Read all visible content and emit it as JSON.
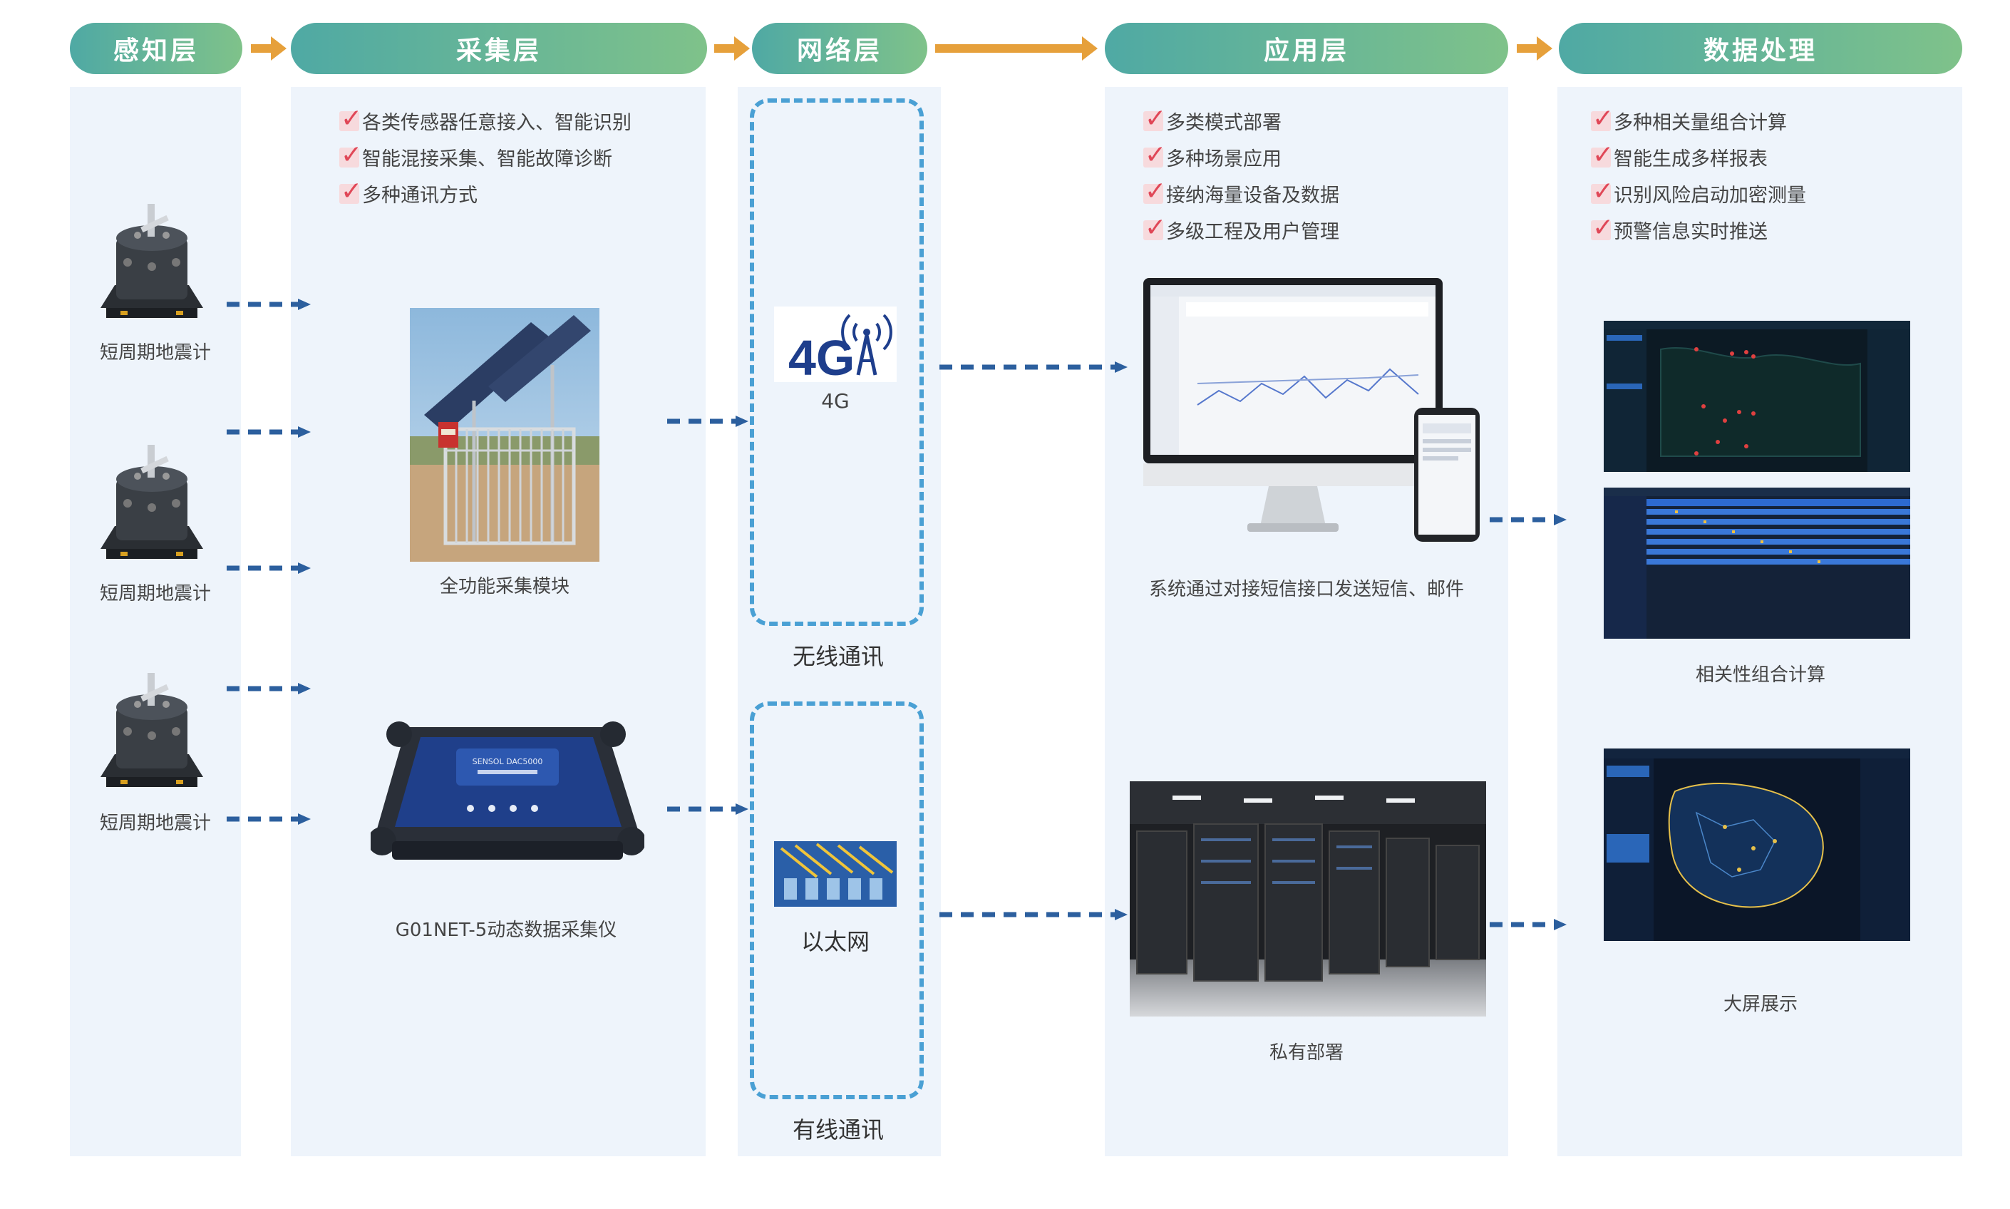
{
  "layers": [
    {
      "id": "perception",
      "title": "感知层"
    },
    {
      "id": "collection",
      "title": "采集层"
    },
    {
      "id": "network",
      "title": "网络层"
    },
    {
      "id": "application",
      "title": "应用层"
    },
    {
      "id": "processing",
      "title": "数据处理"
    }
  ],
  "perception": {
    "sensors": [
      {
        "label": "短周期地震计"
      },
      {
        "label": "短周期地震计"
      },
      {
        "label": "短周期地震计"
      }
    ]
  },
  "collection": {
    "features": [
      "各类传感器任意接入、智能识别",
      "智能混接采集、智能故障诊断",
      "多种通讯方式"
    ],
    "module_label": "全功能采集模块",
    "device_label": "G01NET-5动态数据采集仪",
    "device_brand": "SENSOL DAC5000"
  },
  "network": {
    "wireless": {
      "title": "无线通讯",
      "item_label": "4G",
      "logo_text": "4G"
    },
    "wired": {
      "title": "有线通讯",
      "item_label": "以太网"
    }
  },
  "application": {
    "features": [
      "多类模式部署",
      "多种场景应用",
      "接纳海量设备及数据",
      "多级工程及用户管理"
    ],
    "sms_label": "系统通过对接短信接口发送短信、邮件",
    "private_label": "私有部署"
  },
  "processing": {
    "features": [
      "多种相关量组合计算",
      "智能生成多样报表",
      "识别风险启动加密测量",
      "预警信息实时推送"
    ],
    "calc_label": "相关性组合计算",
    "screen_label": "大屏展示"
  },
  "colors": {
    "header_start": "#4fa9a4",
    "header_end": "#7fc28a",
    "column_bg": "#eef4fb",
    "flow_arrow": "#e6a03b",
    "data_arrow": "#2c5f9e",
    "dashed_box": "#4aa0d4",
    "check_mark": "#e04757"
  }
}
